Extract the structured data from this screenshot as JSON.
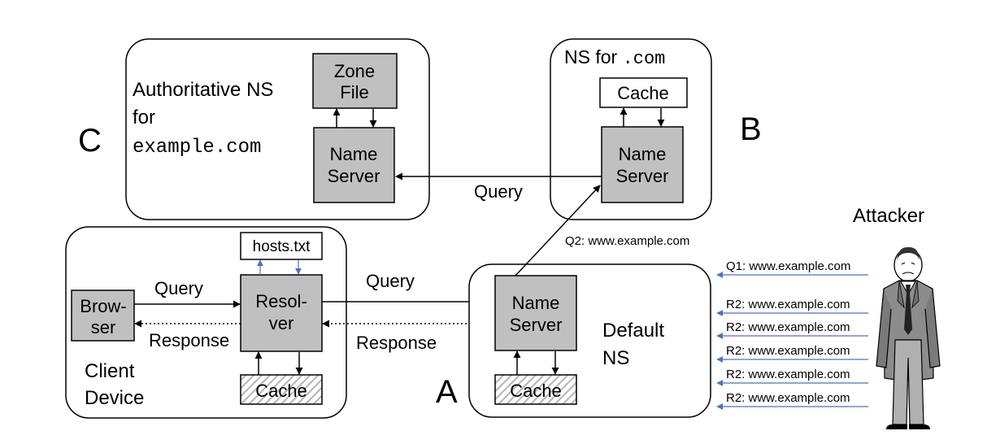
{
  "colors": {
    "box_fill": "#c0c0c0",
    "stroke": "#000000",
    "blue_arrow": "#4a72c4",
    "hatch": "#b5b5b5"
  },
  "region_c": {
    "letter": "C",
    "title_line1": "Authoritative NS",
    "title_line2": "for",
    "title_line3": "example.com",
    "zone_file_line1": "Zone",
    "zone_file_line2": "File",
    "name_server_line1": "Name",
    "name_server_line2": "Server"
  },
  "region_b": {
    "letter": "B",
    "title_prefix": "NS for ",
    "title_mono": ".com",
    "cache": "Cache",
    "name_server_line1": "Name",
    "name_server_line2": "Server"
  },
  "client": {
    "title_line1": "Client",
    "title_line2": "Device",
    "hosts": "hosts.txt",
    "browser_line1": "Brow-",
    "browser_line2": "ser",
    "resolver_line1": "Resol-",
    "resolver_line2": "ver",
    "cache": "Cache",
    "query": "Query",
    "response": "Response"
  },
  "region_a": {
    "letter": "A",
    "title_line1": "Default",
    "title_line2": "NS",
    "name_server_line1": "Name",
    "name_server_line2": "Server",
    "cache": "Cache"
  },
  "links": {
    "b_to_c_query": "Query",
    "resolver_to_default_query": "Query",
    "default_to_resolver_response": "Response",
    "q2": "Q2: www.example.com"
  },
  "attacker": {
    "label": "Attacker",
    "messages": [
      "Q1: www.example.com",
      "R2: www.example.com",
      "R2: www.example.com",
      "R2: www.example.com",
      "R2: www.example.com",
      "R2: www.example.com"
    ]
  }
}
